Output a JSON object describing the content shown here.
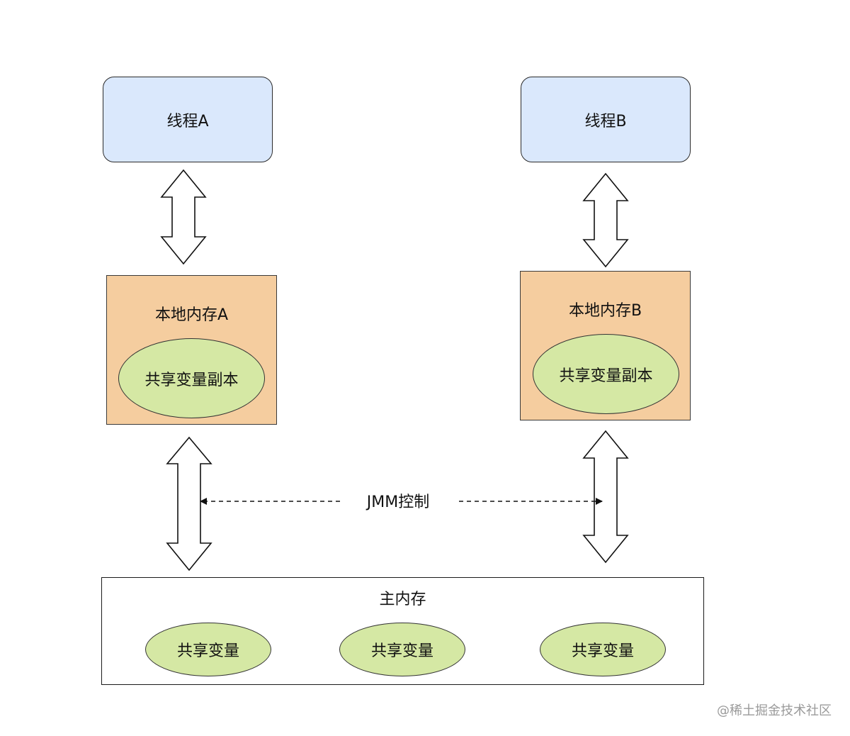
{
  "thread_a": {
    "label": "线程A"
  },
  "thread_b": {
    "label": "线程B"
  },
  "local_a": {
    "label": "本地内存A",
    "copy_label": "共享变量副本"
  },
  "local_b": {
    "label": "本地内存B",
    "copy_label": "共享变量副本"
  },
  "main_memory": {
    "label": "主内存",
    "variables": [
      "共享变量",
      "共享变量",
      "共享变量"
    ]
  },
  "jmm": {
    "label": "JMM控制"
  },
  "watermark": {
    "text": "@稀土掘金技术社区"
  },
  "colors": {
    "thread_fill": "#dae8fc",
    "local_fill": "#f5cd9f",
    "variable_fill": "#d5e8a4"
  }
}
